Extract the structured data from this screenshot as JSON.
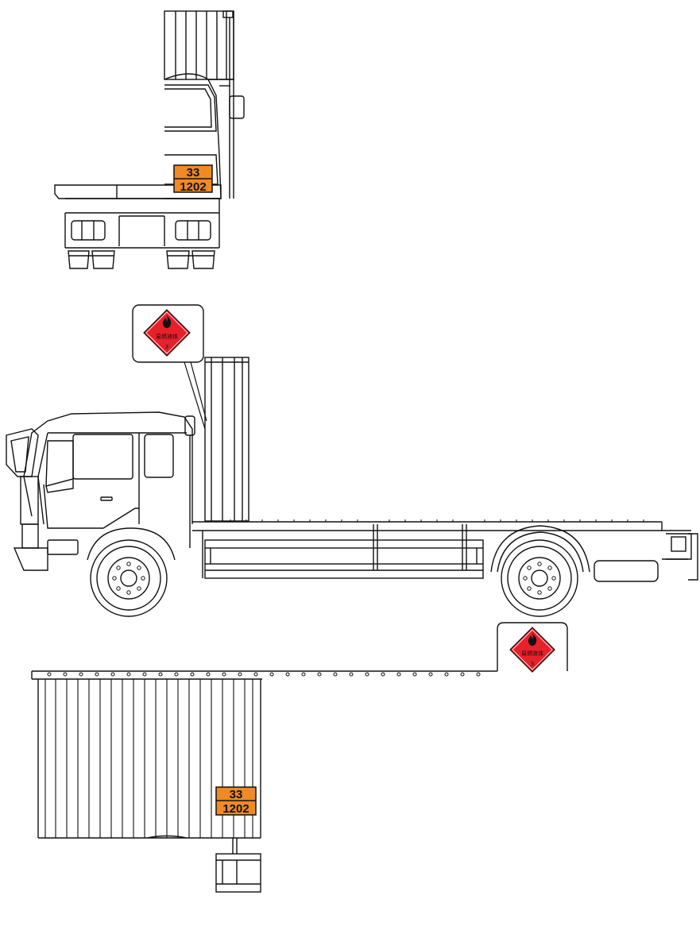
{
  "colors": {
    "line": "#111111",
    "plate_orange": "#f08a24",
    "hazard_red": "#e8202a",
    "background": "#ffffff"
  },
  "plates": [
    {
      "hazard_id": "33",
      "un_number": "1202"
    },
    {
      "hazard_id": "33",
      "un_number": "1202"
    }
  ],
  "hazard_labels": [
    {
      "text": "易燃液体",
      "class_number": "3",
      "icon": "flame-icon"
    },
    {
      "text": "易燃液体",
      "class_number": "3",
      "icon": "flame-icon"
    }
  ]
}
